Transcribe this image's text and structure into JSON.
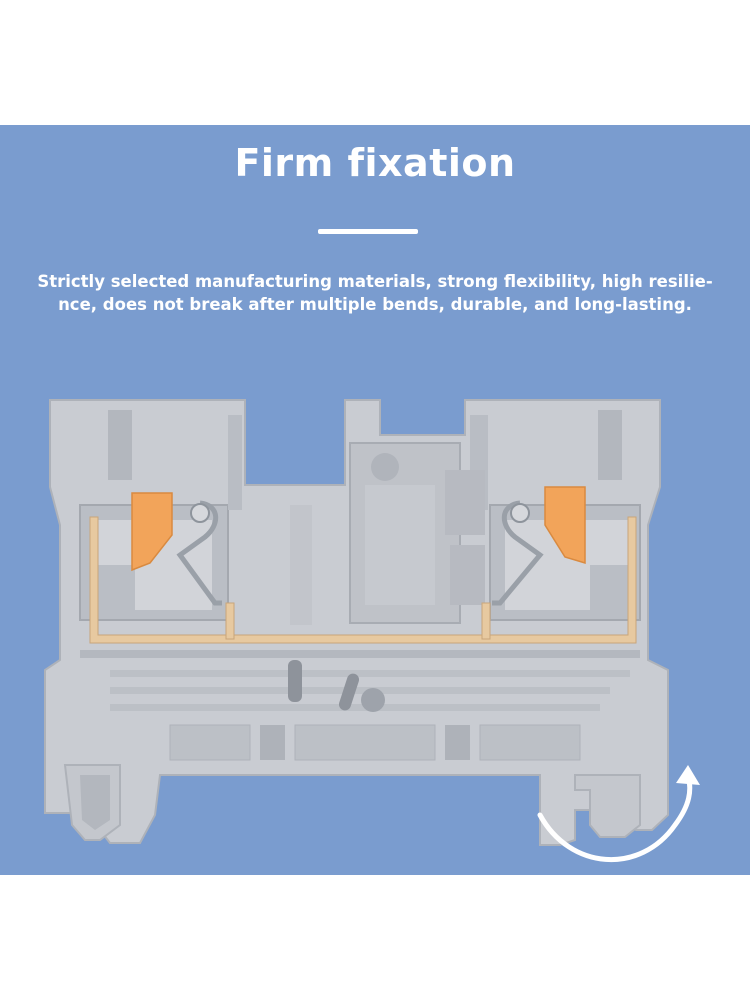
{
  "banner": {
    "title": "Firm fixation",
    "description_lines": [
      "Strictly selected manufacturing materials, strong flexibility, high resilie-",
      "nce, does not break after multiple bends, durable, and long-lasting."
    ]
  },
  "colors": {
    "panel_background": "#7a9ccf",
    "housing": "#c9ccd2",
    "housing_shadow": "#a8acb3",
    "busbar": "#e7c9a0",
    "release_lever": "#f2a45a",
    "text": "#ffffff"
  },
  "icons": {
    "product": "terminal-block-cross-section",
    "rotation": "curved-arrow-icon"
  }
}
